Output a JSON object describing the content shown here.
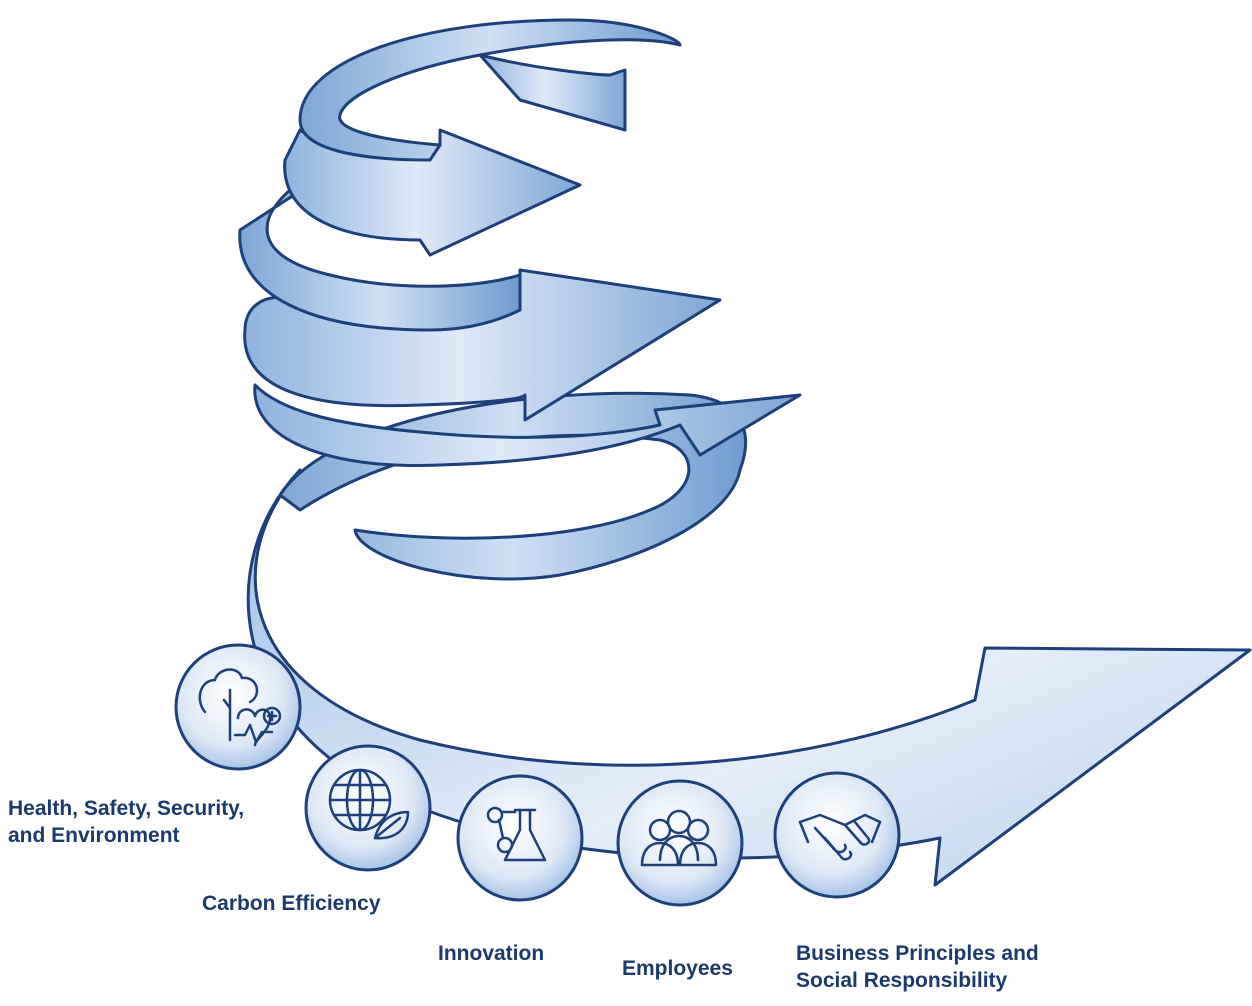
{
  "colors": {
    "ribbon_light": "#dfeaf7",
    "ribbon_mid": "#a9c6e6",
    "ribbon_dark": "#6f9bd0",
    "outline": "#1d3f7a",
    "label_text": "#1b3a6b",
    "icon_fill": "#e8f0fa"
  },
  "pillars": [
    {
      "id": "hsse",
      "lines": [
        "Health, Safety, Security,",
        "and Environment"
      ],
      "icon": "tree-heart-icon"
    },
    {
      "id": "carbon",
      "lines": [
        "Carbon Efficiency"
      ],
      "icon": "globe-leaf-icon"
    },
    {
      "id": "innovation",
      "lines": [
        "Innovation"
      ],
      "icon": "flask-molecule-icon"
    },
    {
      "id": "employees",
      "lines": [
        "Employees"
      ],
      "icon": "people-icon"
    },
    {
      "id": "business",
      "lines": [
        "Business Principles and",
        "Social Responsibility"
      ],
      "icon": "handshake-icon"
    }
  ]
}
